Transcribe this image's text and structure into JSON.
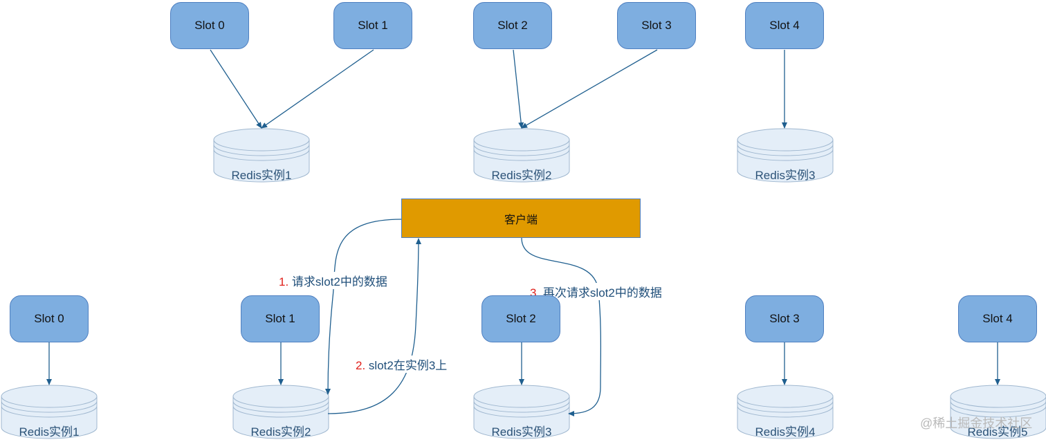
{
  "top": {
    "slots": [
      "Slot 0",
      "Slot 1",
      "Slot 2",
      "Slot 3",
      "Slot 4"
    ],
    "instances": [
      "Redis实例1",
      "Redis实例2",
      "Redis实例3"
    ]
  },
  "client": {
    "label": "客户端"
  },
  "bottom": {
    "slots": [
      "Slot 0",
      "Slot 1",
      "Slot 2",
      "Slot 3",
      "Slot 4"
    ],
    "instances": [
      "Redis实例1",
      "Redis实例2",
      "Redis实例3",
      "Redis实例4",
      "Redis实例5"
    ]
  },
  "steps": [
    {
      "num": "1.",
      "text": "请求slot2中的数据"
    },
    {
      "num": "2.",
      "text": "slot2在实例3上"
    },
    {
      "num": "3.",
      "text": "再次请求slot2中的数据"
    }
  ],
  "watermark": "@稀土掘金技术社区",
  "colors": {
    "slot_fill": "#7eaee0",
    "db_fill": "#e4eef8",
    "client_fill": "#e09a00",
    "edge": "#1f5f8f",
    "step_number": "#e0201b"
  }
}
